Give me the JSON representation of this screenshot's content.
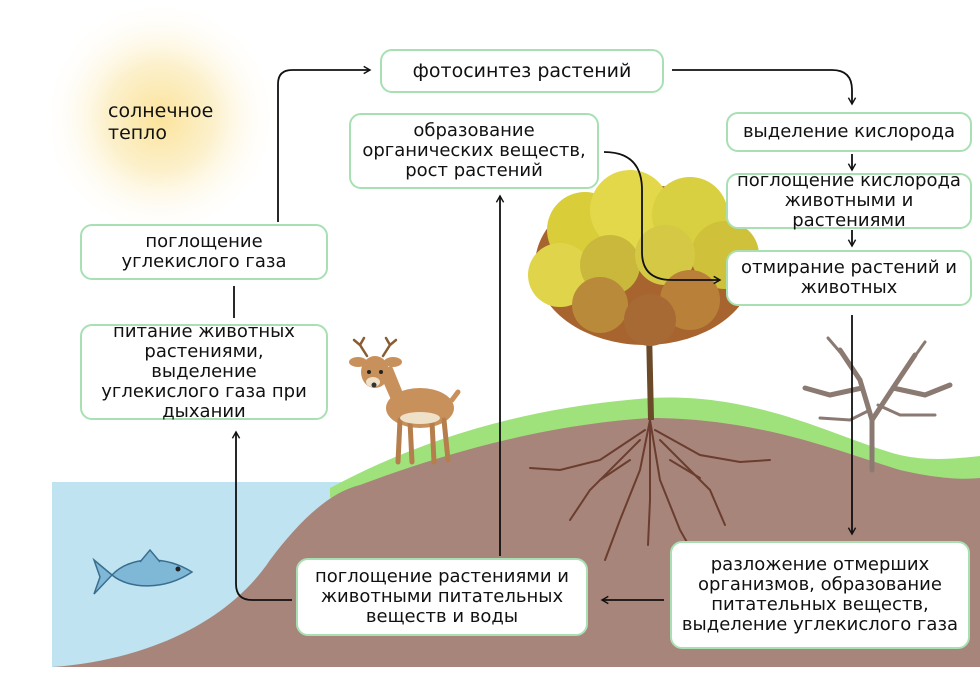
{
  "sun_label": "солнечное\nтепло",
  "nodes": {
    "photosynthesis": "фотосинтез растений",
    "organic_matter": "образование\nорганических веществ,\nрост растений",
    "oxygen_release": "выделение кислорода",
    "oxygen_uptake": "поглощение кислорода\nживотными и растениями",
    "dying": "отмирание растений и\nживотных",
    "co2_uptake": "поглощение\nуглекислого газа",
    "animal_feeding": "питание животных\nрастениями, выделение\nуглекислого газа при\nдыхании",
    "nutrient_uptake": "поглощение растениями и\nживотными питательных\nвеществ и воды",
    "decomposition": "разложение отмерших\nорганизмов, образование\nпитательных веществ,\nвыделение углекислого газа"
  },
  "icons": [
    "sun-icon",
    "tree-icon",
    "bare-tree-icon",
    "deer-icon",
    "fish-icon",
    "roots-icon"
  ],
  "colors": {
    "box_border": "#a8e0b3",
    "water": "#bfe3f0",
    "soil": "#a7857a",
    "grass": "#9fe27c",
    "sun": "#fbe7a8",
    "arrow": "#111111"
  }
}
